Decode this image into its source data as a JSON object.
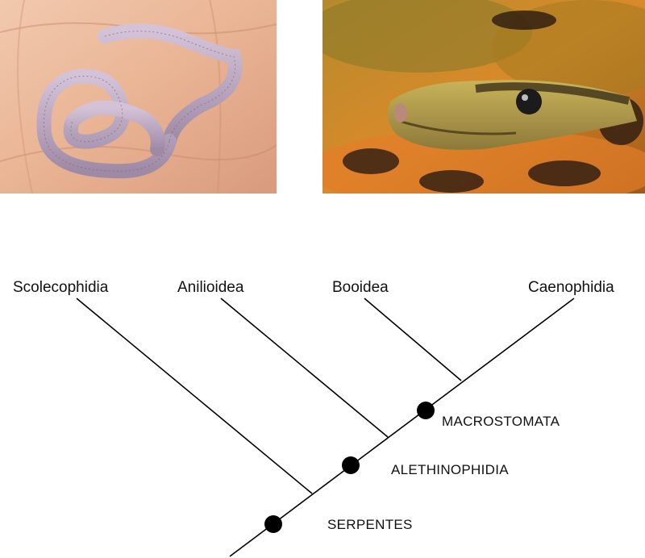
{
  "photos": {
    "left": {
      "subject": "pale pinkish blind snake coiled in a human palm"
    },
    "right": {
      "subject": "close-up head of a rainbow boa with orange and black patterned scales"
    }
  },
  "tree": {
    "taxa": [
      {
        "id": "scolecophidia",
        "label": "Scolecophidia"
      },
      {
        "id": "anilioidea",
        "label": "Anilioidea"
      },
      {
        "id": "booidea",
        "label": "Booidea"
      },
      {
        "id": "caenophidia",
        "label": "Caenophidia"
      }
    ],
    "clades": [
      {
        "id": "serpentes",
        "label": "SERPENTES"
      },
      {
        "id": "alethinophidia",
        "label": "ALETHINOPHIDIA"
      },
      {
        "id": "macrostomata",
        "label": "MACROSTOMATA"
      }
    ]
  }
}
